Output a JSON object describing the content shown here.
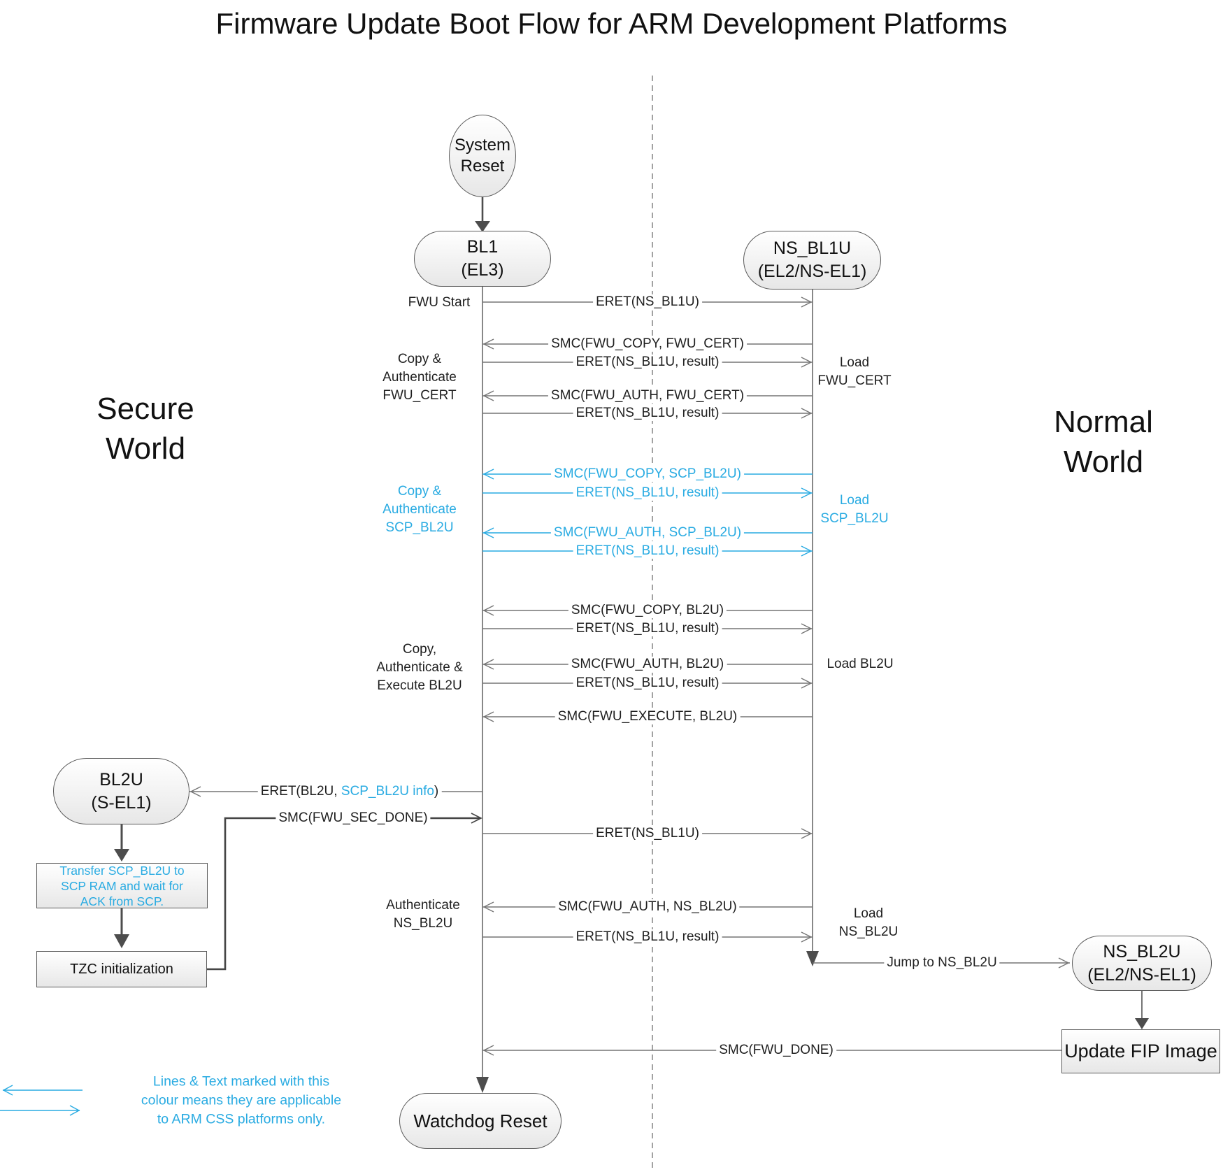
{
  "title": "Firmware Update Boot Flow for ARM Development Platforms",
  "colors": {
    "accent": "#29ABE2",
    "line": "#757575",
    "dark_line": "#4f4f4f"
  },
  "regions": {
    "secure": {
      "line1": "Secure",
      "line2": "World"
    },
    "normal": {
      "line1": "Normal",
      "line2": "World"
    }
  },
  "nodes": {
    "system_reset": {
      "line1": "System",
      "line2": "Reset"
    },
    "bl1": {
      "line1": "BL1",
      "line2": "(EL3)"
    },
    "ns_bl1u": {
      "line1": "NS_BL1U",
      "line2": "(EL2/NS-EL1)"
    },
    "bl2u": {
      "line1": "BL2U",
      "line2": "(S-EL1)"
    },
    "transfer_scp": {
      "line1": "Transfer SCP_BL2U to",
      "line2": "SCP RAM and wait for",
      "line3": "ACK from SCP."
    },
    "tzc": {
      "label": "TZC initialization"
    },
    "ns_bl2u": {
      "line1": "NS_BL2U",
      "line2": "(EL2/NS-EL1)"
    },
    "update_fip": {
      "label": "Update FIP Image"
    },
    "watchdog": {
      "label": "Watchdog Reset"
    }
  },
  "messages": [
    {
      "label": "ERET(NS_BL1U)",
      "direction": "right",
      "arm_css_only": false
    },
    {
      "label": "SMC(FWU_COPY, FWU_CERT)",
      "direction": "left",
      "arm_css_only": false
    },
    {
      "label": "ERET(NS_BL1U, result)",
      "direction": "right",
      "arm_css_only": false
    },
    {
      "label": "SMC(FWU_AUTH, FWU_CERT)",
      "direction": "left",
      "arm_css_only": false
    },
    {
      "label": "ERET(NS_BL1U, result)",
      "direction": "right",
      "arm_css_only": false
    },
    {
      "label": "SMC(FWU_COPY, SCP_BL2U)",
      "direction": "left",
      "arm_css_only": true
    },
    {
      "label": "ERET(NS_BL1U, result)",
      "direction": "right",
      "arm_css_only": true
    },
    {
      "label": "SMC(FWU_AUTH, SCP_BL2U)",
      "direction": "left",
      "arm_css_only": true
    },
    {
      "label": "ERET(NS_BL1U, result)",
      "direction": "right",
      "arm_css_only": true
    },
    {
      "label": "SMC(FWU_COPY, BL2U)",
      "direction": "left",
      "arm_css_only": false
    },
    {
      "label": "ERET(NS_BL1U, result)",
      "direction": "right",
      "arm_css_only": false
    },
    {
      "label": "SMC(FWU_AUTH, BL2U)",
      "direction": "left",
      "arm_css_only": false
    },
    {
      "label": "ERET(NS_BL1U, result)",
      "direction": "right",
      "arm_css_only": false
    },
    {
      "label": "SMC(FWU_EXECUTE, BL2U)",
      "direction": "left",
      "arm_css_only": false
    },
    {
      "label": "ERET(NS_BL1U)",
      "direction": "right",
      "arm_css_only": false
    },
    {
      "label": "SMC(FWU_AUTH, NS_BL2U)",
      "direction": "left",
      "arm_css_only": false
    },
    {
      "label": "ERET(NS_BL1U, result)",
      "direction": "right",
      "arm_css_only": false
    }
  ],
  "special_messages": {
    "eret_bl2u": {
      "prefix": "ERET(BL2U, ",
      "highlight": "SCP_BL2U info",
      "suffix": ")"
    },
    "smc_sec_done": {
      "label": "SMC(FWU_SEC_DONE)"
    },
    "jump_ns_bl2u": {
      "label": "Jump to NS_BL2U"
    },
    "smc_fwu_done": {
      "label": "SMC(FWU_DONE)"
    }
  },
  "side_labels": {
    "fwu_start": {
      "label": "FWU Start"
    },
    "copy_auth_fwu_cert": {
      "line1": "Copy &",
      "line2": "Authenticate",
      "line3": "FWU_CERT"
    },
    "load_fwu_cert": {
      "line1": "Load",
      "line2": "FWU_CERT"
    },
    "copy_auth_scp_bl2u": {
      "line1": "Copy &",
      "line2": "Authenticate",
      "line3": "SCP_BL2U"
    },
    "load_scp_bl2u": {
      "line1": "Load",
      "line2": "SCP_BL2U"
    },
    "copy_auth_exec_bl2u": {
      "line1": "Copy,",
      "line2": "Authenticate &",
      "line3": "Execute BL2U"
    },
    "load_bl2u": {
      "label": "Load BL2U"
    },
    "authenticate_ns_bl2u": {
      "line1": "Authenticate",
      "line2": "NS_BL2U"
    },
    "load_ns_bl2u": {
      "line1": "Load",
      "line2": "NS_BL2U"
    }
  },
  "legend": {
    "line1": "Lines & Text marked with this",
    "line2": "colour means they are applicable",
    "line3": "to ARM CSS platforms only."
  }
}
